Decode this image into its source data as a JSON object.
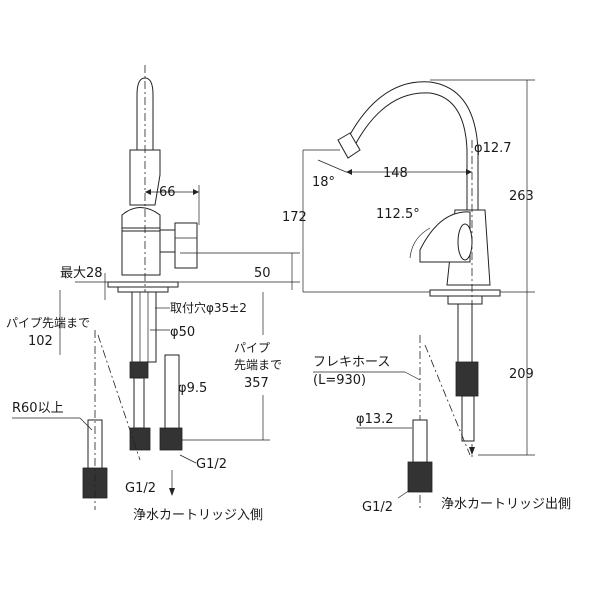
{
  "labels": {
    "d66": "66",
    "max28": "最大28",
    "d50": "50",
    "hole": "取付穴φ35±2",
    "pipe_tip_102_line1": "パイプ先端まで",
    "pipe_tip_102_line2": "102",
    "phi50": "φ50",
    "pipe_tip_357_line1": "パイプ",
    "pipe_tip_357_line2": "先端まで",
    "pipe_tip_357_line3": "357",
    "phi95": "φ9.5",
    "r60": "R60以上",
    "g12_a": "G1/2",
    "g12_b": "G1/2",
    "inlet": "浄水カートリッジ入側",
    "phi127": "φ12.7",
    "d148": "148",
    "deg18": "18°",
    "d172": "172",
    "deg1125": "112.5°",
    "d263": "263",
    "flex_line1": "フレキホース",
    "flex_line2": "(L=930)",
    "d209": "209",
    "phi132": "φ13.2",
    "g12_c": "G1/2",
    "outlet": "浄水カートリッジ出側"
  },
  "colors": {
    "line": "#222222",
    "text": "#1a1a1a"
  }
}
